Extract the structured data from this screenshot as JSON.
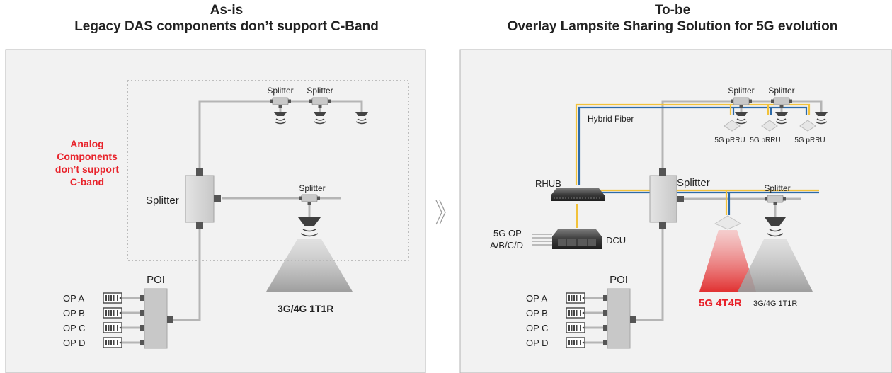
{
  "left": {
    "heading": "As-is",
    "subheading": "Legacy DAS components don’t support C-Band",
    "note": [
      "Analog",
      "Components",
      "don’t support",
      "C-band"
    ],
    "splitter_main": "Splitter",
    "splitter_small": "Splitter",
    "poi": "POI",
    "operators": [
      "OP A",
      "OP B",
      "OP C",
      "OP D"
    ],
    "antenna_label": "3G/4G 1T1R"
  },
  "right": {
    "heading": "To-be",
    "subheading": "Overlay Lampsite Sharing Solution for 5G evolution",
    "hybrid_fiber": "Hybrid Fiber",
    "rhub": "RHUB",
    "dcu": "DCU",
    "op_group": [
      "5G OP",
      "A/B/C/D"
    ],
    "splitter_main": "Splitter",
    "splitter_small": "Splitter",
    "prru": "5G pRRU",
    "poi": "POI",
    "operators": [
      "OP A",
      "OP B",
      "OP C",
      "OP D"
    ],
    "label_5g": "5G 4T4R",
    "label_legacy": "3G/4G 1T1R"
  },
  "colors": {
    "panel_bg": "#f2f2f2",
    "panel_border": "#b3b3b3",
    "cable": "#b5b5b5",
    "highlight_red": "#e8232b",
    "fiber_yellow": "#f2c23a",
    "fiber_blue": "#2c6aa8"
  },
  "separator_icon": "double-chevron-right-icon"
}
